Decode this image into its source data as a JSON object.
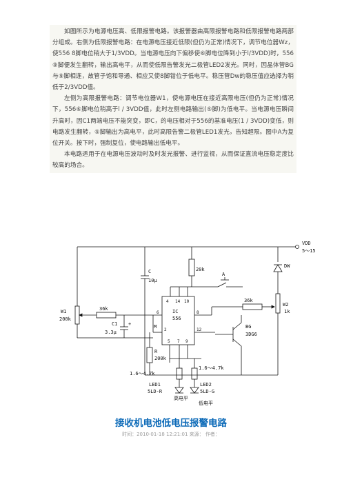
{
  "article": {
    "paragraphs": [
      "如图所示为电源电压高、低限报警电路。该报警器由高限报警电路和低限报警电路两部分组成。右侧为低限报警电路：在电源电压接近低限(但仍为正常)情况下，调节电位器Wz，使556 8脚电位稍大于1/3VDD。当电源电压向下偏移使⑥脚电位降到小于l/3VDD)时，556 ⑨脚便发生翻转，输出高电平，从而使低限告警发光二极管LED2发光。同时，因晶体管BG与⑨脚相连，故管子饱和导通、相应又使8脚钳位于低电平。稳压管Dw的稳压值应选择为稍低于2/3VDD值。",
      "左侧为高限报警电路：调节电位器W1，使电源电压在接近高限电压(但仍为正常)情况下，556⑥脚电位稍高于l / 3VDD值，此时左侧电路输出(⑤脚)为低电平。当电源电压瞬间升高时，因C1两端电压不能突变，即C，的电压相对于556的基准电压(1 / 3VDD)变低，则电路发生翻转，⑤脚输出为高电平，此时高限告警二极管LED1发光，告知超限。图中A为复位开关。按下时，强制复位，使电路输出低电平。",
      "本电路适用于在电源电压波动时及时发光报警、进行监视，从而保证直流电压稳定度比较高的场合。"
    ],
    "title": "接收机电池低电压报警电路",
    "meta_line": "时间：2010-01-18 12:21:01 来源：  作者："
  },
  "circuit": {
    "vdd_label": "VDD",
    "vdd_range": "5～15",
    "dw_label": "DW",
    "c_label": "C",
    "c_value": "10μ",
    "r_top_value": "20k",
    "switch_label": "A",
    "w1_label": "W1",
    "w1_value": "200k",
    "r_left_value": "36k",
    "r_right_value": "36k",
    "w2_label": "W2",
    "w2_value": "1k",
    "ic_label": "IC",
    "ic_part": "556",
    "pin4": "4",
    "pin14": "14",
    "pin10": "10",
    "pin6": "6",
    "pin8": "8",
    "pin2": "2",
    "pin12": "12",
    "pin5": "5",
    "pin7": "7",
    "pin9": "9",
    "m_label": "M",
    "c1_label": "C1",
    "c1_value": "3.3μ",
    "plus_label": "+",
    "bg_label": "BG",
    "bg_part": "3DG6",
    "r_label": "R",
    "r_value": "200k",
    "r_led1_value": "1.6～4.7k",
    "r_led2_value": "1.6～4.7k",
    "led1_label": "LED1",
    "led1_part": "5LD-R",
    "led2_label": "LED2",
    "led2_part": "5LD-G",
    "high_label": "高电平",
    "low_label": "低电平"
  }
}
